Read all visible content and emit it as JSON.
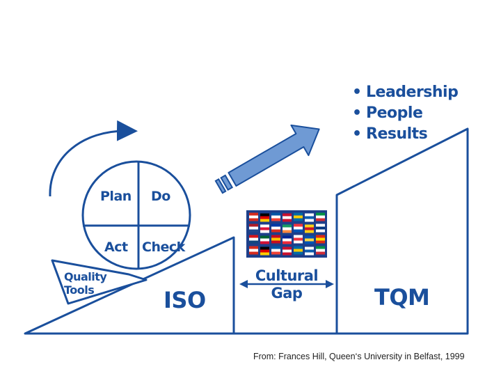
{
  "bullets": [
    "Leadership",
    "People",
    "Results"
  ],
  "pdca": {
    "plan": "Plan",
    "do": "Do",
    "act": "Act",
    "check": "Check"
  },
  "quality_tools": {
    "line1": "Quality",
    "line2": "Tools"
  },
  "iso_label": "ISO",
  "tqm_label": "TQM",
  "cultural_gap": {
    "line1": "Cultural",
    "line2": "Gap"
  },
  "source": "From:  Frances Hill, Queen‘s University in Belfast, 1999",
  "colors": {
    "primary": "#1a4f9c",
    "arrow_fill": "#6f9ad4",
    "flags_bg": "#1d3f8a"
  },
  "icons": {
    "cycle_arrow": "curved-arrow-icon",
    "progress_arrow": "diagonal-arrow-icon",
    "gap_arrow": "double-arrow-icon",
    "flags": "flags-image"
  }
}
